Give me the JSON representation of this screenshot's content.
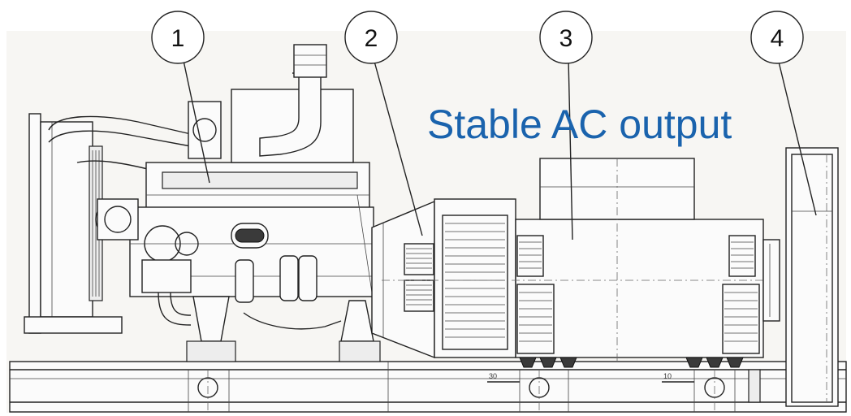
{
  "overlay_title": "Stable AC output",
  "callouts": [
    {
      "label": "1"
    },
    {
      "label": "2"
    },
    {
      "label": "3"
    },
    {
      "label": "4"
    }
  ],
  "dimensions": [
    {
      "label": "30"
    },
    {
      "label": "10"
    }
  ],
  "colors": {
    "overlay_text": "#1a63ad",
    "line": "#222222",
    "background": "#ffffff"
  }
}
